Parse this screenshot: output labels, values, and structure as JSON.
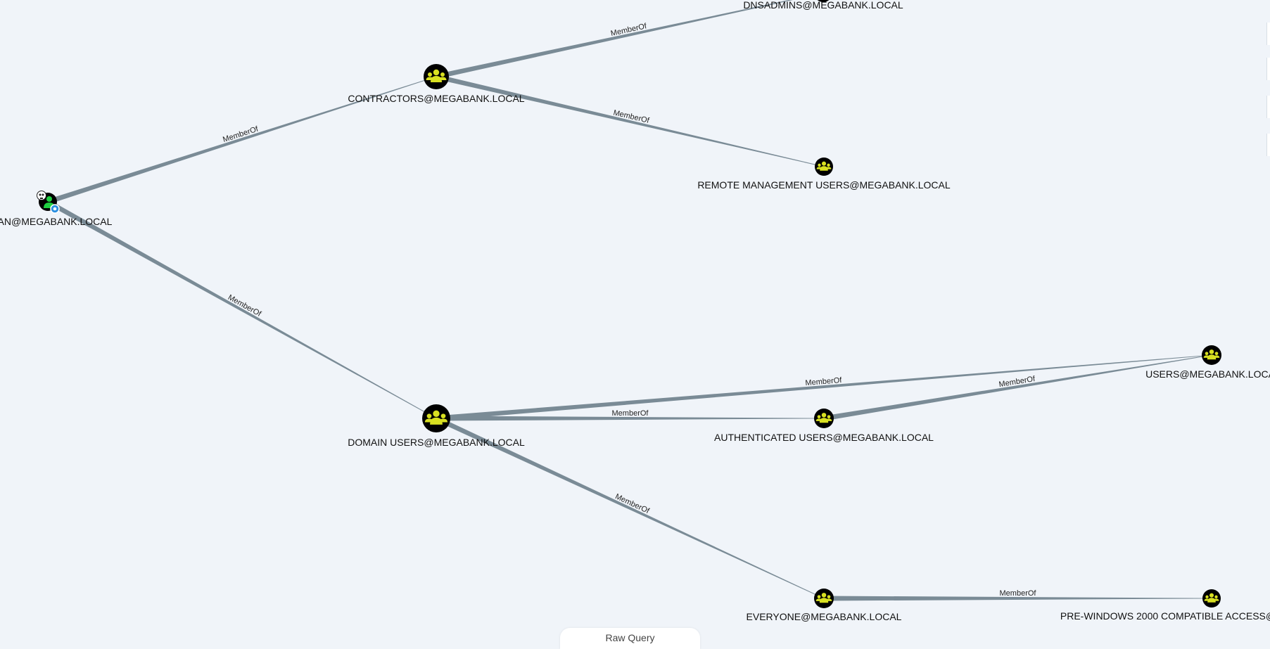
{
  "graph": {
    "edge_label": "MemberOf",
    "nodes": [
      {
        "id": "user",
        "label": "AN@MEGABANK.LOCAL",
        "type": "user"
      },
      {
        "id": "contractors",
        "label": "CONTRACTORS@MEGABANK.LOCAL",
        "type": "group"
      },
      {
        "id": "dnsadmins",
        "label": "DNSADMINS@MEGABANK.LOCAL",
        "type": "group"
      },
      {
        "id": "remote_mgmt",
        "label": "REMOTE MANAGEMENT USERS@MEGABANK.LOCAL",
        "type": "group"
      },
      {
        "id": "domain_users",
        "label": "DOMAIN USERS@MEGABANK.LOCAL",
        "type": "group"
      },
      {
        "id": "authenticated_users",
        "label": "AUTHENTICATED USERS@MEGABANK.LOCAL",
        "type": "group"
      },
      {
        "id": "users",
        "label": "USERS@MEGABANK.LOCA",
        "type": "group"
      },
      {
        "id": "everyone",
        "label": "EVERYONE@MEGABANK.LOCAL",
        "type": "group"
      },
      {
        "id": "pre_win2000",
        "label": "PRE-WINDOWS 2000 COMPATIBLE ACCESS@",
        "type": "group"
      }
    ],
    "edges": [
      {
        "from": "user",
        "to": "contractors",
        "label": "MemberOf"
      },
      {
        "from": "user",
        "to": "domain_users",
        "label": "MemberOf"
      },
      {
        "from": "contractors",
        "to": "dnsadmins",
        "label": "MemberOf"
      },
      {
        "from": "contractors",
        "to": "remote_mgmt",
        "label": "MemberOf"
      },
      {
        "from": "domain_users",
        "to": "users",
        "label": "MemberOf"
      },
      {
        "from": "domain_users",
        "to": "authenticated_users",
        "label": "MemberOf"
      },
      {
        "from": "domain_users",
        "to": "everyone",
        "label": "MemberOf"
      },
      {
        "from": "authenticated_users",
        "to": "users",
        "label": "MemberOf"
      },
      {
        "from": "everyone",
        "to": "pre_win2000",
        "label": "MemberOf"
      }
    ]
  },
  "toolbar": {
    "raw_query_label": "Raw Query"
  },
  "colors": {
    "background": "#f0f4f9",
    "edge": "#7a8b96",
    "group_icon": "#d8e021",
    "node_fill": "#000000",
    "user_green": "#1fcf40",
    "owned_marker": "#2b8fe0"
  },
  "icons": {
    "group": "group-icon",
    "user": "user-icon",
    "owned": "skull-icon",
    "high_value": "target-icon"
  }
}
